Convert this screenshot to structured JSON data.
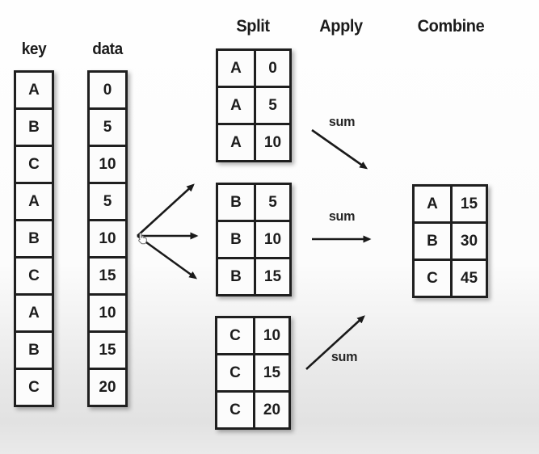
{
  "stages": {
    "split": "Split",
    "apply": "Apply",
    "combine": "Combine"
  },
  "columns": {
    "key": {
      "label": "key",
      "values": [
        "A",
        "B",
        "C",
        "A",
        "B",
        "C",
        "A",
        "B",
        "C"
      ]
    },
    "data": {
      "label": "data",
      "values": [
        "0",
        "5",
        "10",
        "5",
        "10",
        "15",
        "10",
        "15",
        "20"
      ]
    }
  },
  "split_tables": [
    {
      "group": "A",
      "rows": [
        [
          "A",
          "0"
        ],
        [
          "A",
          "5"
        ],
        [
          "A",
          "10"
        ]
      ]
    },
    {
      "group": "B",
      "rows": [
        [
          "B",
          "5"
        ],
        [
          "B",
          "10"
        ],
        [
          "B",
          "15"
        ]
      ]
    },
    {
      "group": "C",
      "rows": [
        [
          "C",
          "10"
        ],
        [
          "C",
          "15"
        ],
        [
          "C",
          "20"
        ]
      ]
    }
  ],
  "apply": {
    "operation_labels": [
      "sum",
      "sum",
      "sum"
    ]
  },
  "combine_table": {
    "rows": [
      [
        "A",
        "15"
      ],
      [
        "B",
        "30"
      ],
      [
        "C",
        "45"
      ]
    ]
  },
  "icons": {
    "cursor": "hand-pointer-icon",
    "arrows": "black-arrow"
  },
  "colors": {
    "ink": "#1c1c1c",
    "table_border": "#1f1f1f",
    "cell_bg": "#fcfcfc",
    "bg_top": "#fefefe",
    "bg_bottom": "#e2e2e2"
  }
}
